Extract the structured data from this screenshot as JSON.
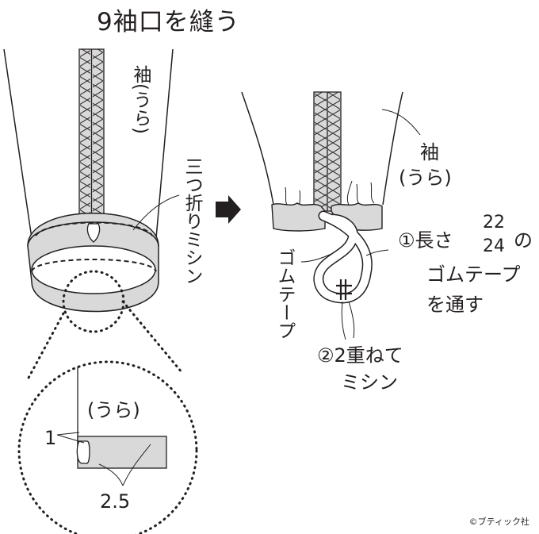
{
  "title": "9袖口を縫う",
  "left": {
    "sleeve_label": "袖(うら)",
    "stitch_label": "三つ折りミシン",
    "detail_inside_label": "(うら)",
    "dim_fold": "1",
    "dim_hem": "2.5"
  },
  "right": {
    "sleeve_label_1": "袖",
    "sleeve_label_2": "(うら)",
    "elastic_label": "ゴムテープ",
    "step1_prefix": "①長さ",
    "step1_num_top": "22",
    "step1_num_bottom": "24",
    "step1_suffix": "の",
    "step1_line2": "ゴムテープ",
    "step1_line3": "を通す",
    "step2_line1": "②2重ねて",
    "step2_line2": "ミシン"
  },
  "copyright": "©ブティック社",
  "colors": {
    "line": "#231f20",
    "fabric_gray": "#d9d9d9",
    "background": "#ffffff"
  },
  "icons": {
    "arrow": "arrow-right-icon"
  }
}
